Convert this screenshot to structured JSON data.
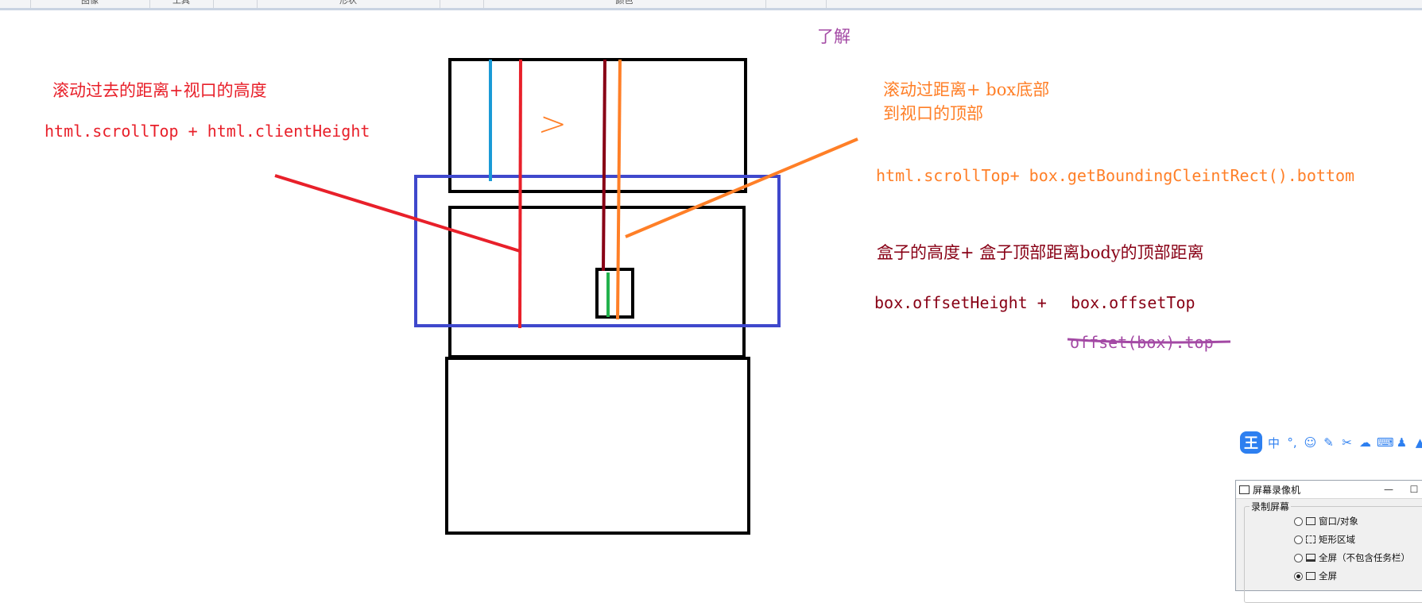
{
  "toolbar": {
    "groups": [
      "图像",
      "工具",
      "形状",
      "颜色"
    ]
  },
  "annotations": {
    "top_center": "了解",
    "left_heading": "滚动过去的距离+视口的高度",
    "left_code": "html.scrollTop + html.clientHeight",
    "gt_symbol": ">",
    "right_heading_line1": "滚动过距离+ box底部",
    "right_heading_line2": "到视口的顶部",
    "right_code1": "html.scrollTop+ box.getBoundingCleintRect().bottom",
    "right_heading2": "盒子的高度+ 盒子顶部距离body的顶部距离",
    "right_code2_part1": "box.offsetHeight +",
    "right_code2_part2": "box.offsetTop",
    "right_code3": "offset(box).top"
  },
  "colors": {
    "red": "#e8202a",
    "orange": "#ff7f27",
    "dark_red": "#880015",
    "blue_rect": "#3f48cc",
    "light_blue": "#1a9ad6",
    "green": "#22b14c",
    "purple": "#a349a4",
    "black": "#000000"
  },
  "ime": {
    "logo": "王",
    "buttons": [
      {
        "icon": "chinese-mode-icon",
        "glyph": "中"
      },
      {
        "icon": "punctuation-icon",
        "glyph": "°,"
      },
      {
        "icon": "emoji-icon",
        "glyph": "☺"
      },
      {
        "icon": "pen-icon",
        "glyph": "✎"
      },
      {
        "icon": "scissors-icon",
        "glyph": "✂"
      },
      {
        "icon": "cloud-icon",
        "glyph": "☁"
      },
      {
        "icon": "keyboard-icon",
        "glyph": "⌨"
      },
      {
        "icon": "user-icon",
        "glyph": "♟"
      },
      {
        "icon": "skin-icon",
        "glyph": "▲"
      }
    ]
  },
  "recorder": {
    "title": "屏幕录像机",
    "minimize": "—",
    "maximize": "☐",
    "group_label": "录制屏幕",
    "options": [
      {
        "label": "窗口/对象",
        "checked": false
      },
      {
        "label": "矩形区域",
        "checked": false
      },
      {
        "label": "全屏（不包含任务栏）",
        "checked": false
      },
      {
        "label": "全屏",
        "checked": true
      }
    ]
  }
}
